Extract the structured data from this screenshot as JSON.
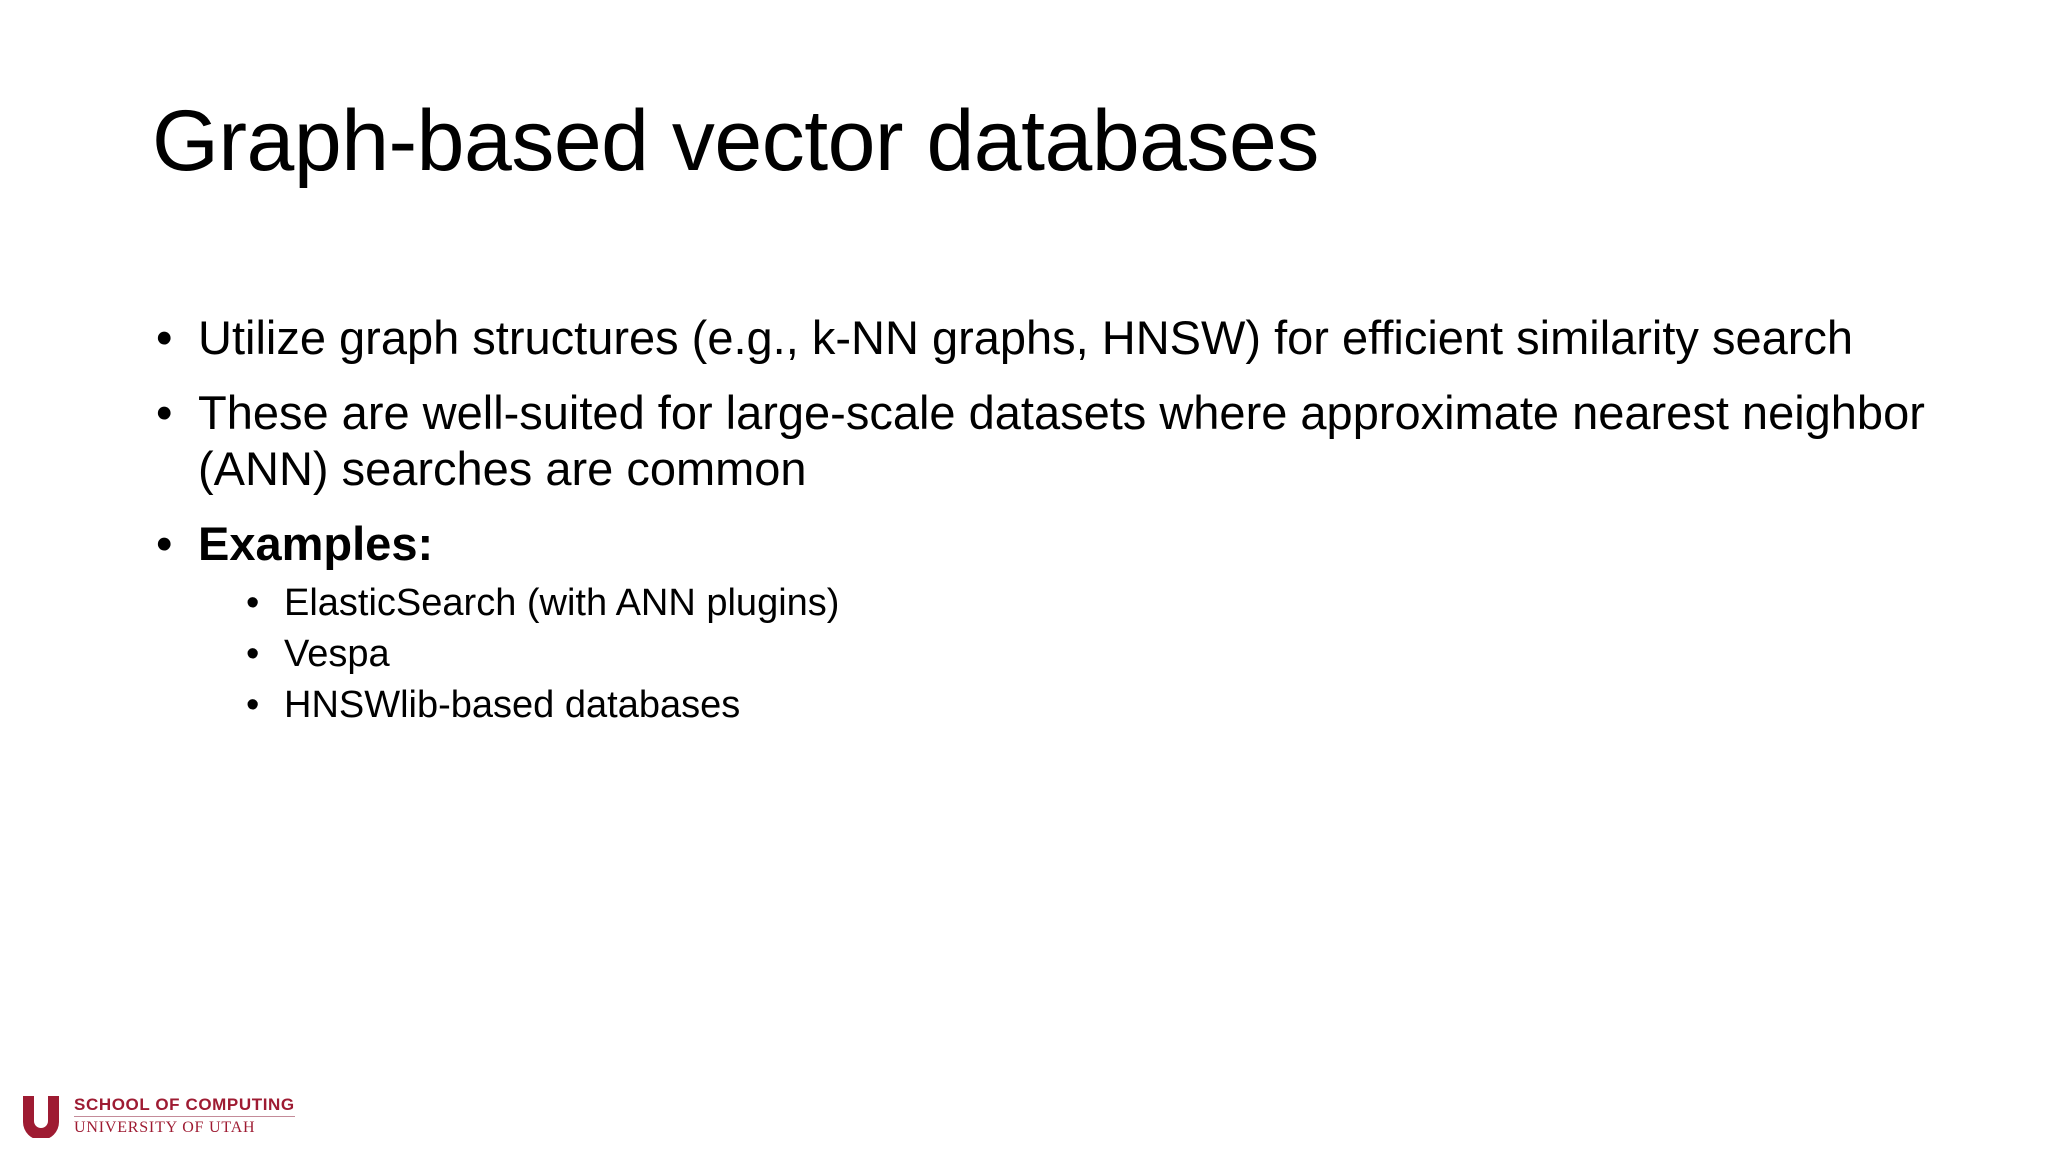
{
  "slide": {
    "title": "Graph-based vector databases",
    "background_color": "#FFFFFF",
    "text_color": "#000000",
    "bullets": [
      {
        "text": "Utilize graph structures (e.g., k-NN graphs, HNSW) for efficient similarity search",
        "bold": false,
        "marker": "•"
      },
      {
        "text": "These are well-suited for large-scale datasets where approximate nearest neighbor (ANN) searches are common",
        "bold": false,
        "marker": "•"
      },
      {
        "text": "Examples:",
        "bold": true,
        "marker": "•",
        "sub_bullets": [
          {
            "text": "ElasticSearch (with ANN plugins)",
            "marker": "•"
          },
          {
            "text": "Vespa",
            "marker": "•"
          },
          {
            "text": "HNSWlib-based databases",
            "marker": "•"
          }
        ]
      }
    ]
  },
  "logo": {
    "mark": "block-u-icon",
    "line1": "SCHOOL OF COMPUTING",
    "line2": "UNIVERSITY OF UTAH",
    "color": "#9E1B32"
  }
}
